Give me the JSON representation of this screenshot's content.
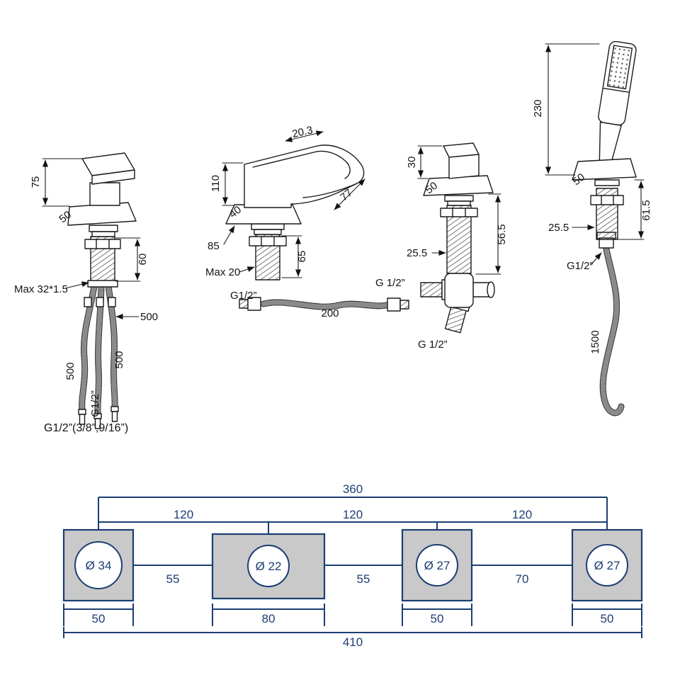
{
  "window": {
    "background": "#ffffff"
  },
  "drawing": {
    "ink_color": "#1a1a1a",
    "handle_unit": {
      "dim_height": "75",
      "dim_plate": "50",
      "dim_thread": "60",
      "max_thread": "Max 32*1.5",
      "hose_length_right": "500",
      "hose_length_a": "500",
      "hose_length_b": "500",
      "thread_label": "G1/2”",
      "connections_label": "G1/2”(3/8”,9/16”)"
    },
    "spout_unit": {
      "dim_top": "20.3",
      "dim_height": "110",
      "dim_length": "77",
      "dim_plate": "40",
      "dim_offset": "85",
      "dim_thread": "65",
      "max_thread": "Max 20",
      "hose_left_label": "G1/2”",
      "hose_length": "200",
      "hose_right_label": "G 1/2”"
    },
    "diverter_unit": {
      "dim_handle": "30",
      "dim_plate": "50",
      "dim_thread": "56.5",
      "dim_offset": "25.5",
      "outlet_label": "G 1/2”"
    },
    "shower_unit": {
      "dim_height": "230",
      "dim_plate": "50",
      "dim_thread": "61.5",
      "dim_offset": "25.5",
      "thread_label": "G1/2”",
      "hose_length": "1500"
    }
  },
  "layout_plan": {
    "accent": "#1c3e74",
    "square_fill": "#c9c9c9",
    "total_span": "360",
    "spacing_1": "120",
    "spacing_2": "120",
    "spacing_3": "120",
    "hole_1": "Ø 34",
    "hole_2": "Ø 22",
    "hole_3": "Ø 27",
    "hole_4": "Ø 27",
    "gap_1": "55",
    "gap_2": "55",
    "gap_3": "70",
    "width_1": "50",
    "width_2": "80",
    "width_3": "50",
    "width_4": "50",
    "total_width": "410"
  }
}
